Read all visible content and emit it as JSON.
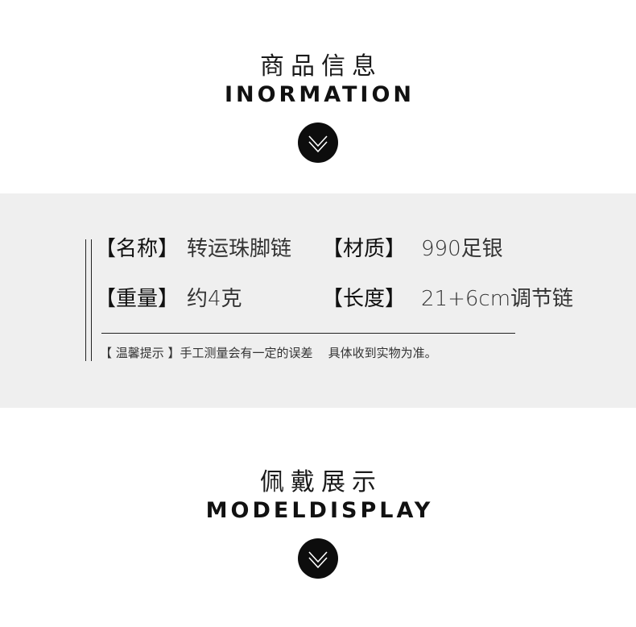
{
  "info_section": {
    "title_cn": "商品信息",
    "title_en": "INORMATION",
    "icon": "double-chevron-down-icon"
  },
  "product": {
    "name_label": "【名称】",
    "name_value": "转运珠脚链",
    "material_label": "【材质】",
    "material_value": "990足银",
    "weight_label": "【重量】",
    "weight_value": "约4克",
    "length_label": "【长度】",
    "length_value": "21+6cm调节链"
  },
  "tip": "【 温馨提示 】手工测量会有一定的误差    具体收到实物为准。",
  "display_section": {
    "title_cn": "佩戴展示",
    "title_en": "MODELDISPLAY",
    "icon": "double-chevron-down-icon"
  },
  "colors": {
    "band_background": "#efefef",
    "icon_background": "#0d0d0d"
  }
}
